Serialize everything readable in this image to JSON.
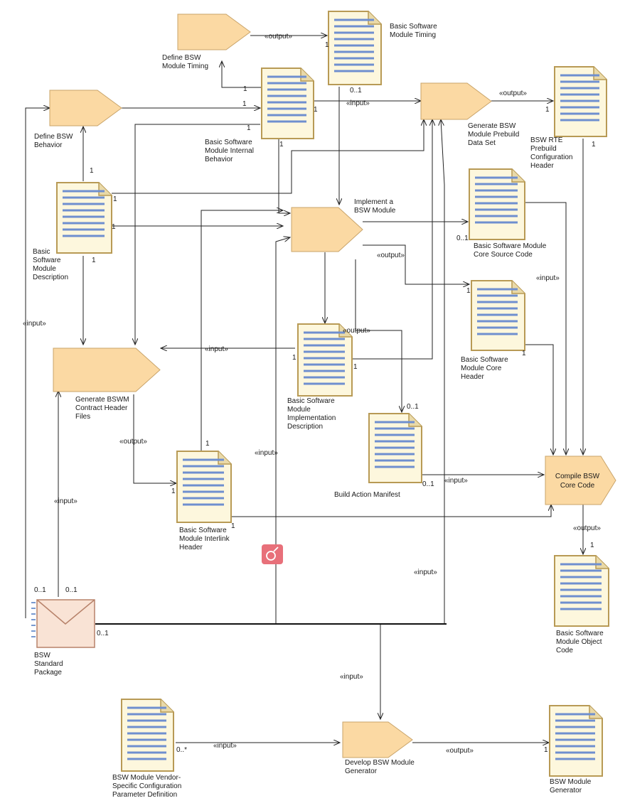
{
  "colors": {
    "task_fill": "#fbd9a3",
    "task_stroke": "#c9a46a",
    "doc_fill": "#fdf7dd",
    "doc_stroke": "#b89a55",
    "doc_lines": "#6f8fcf",
    "package_fill": "#f9e3d5",
    "package_stroke": "#b7826a",
    "badge": "#e8707a"
  },
  "tasks": {
    "define_timing": [
      "Define BSW",
      "Module Timing"
    ],
    "define_behavior": [
      "Define BSW",
      "Behavior"
    ],
    "generate_prebuild": [
      "Generate BSW",
      "Module Prebuild",
      "Data Set"
    ],
    "implement": [
      "Implement a",
      "BSW Module"
    ],
    "generate_contract": [
      "Generate BSWM",
      "Contract Header",
      "Files"
    ],
    "compile": [
      "Compile BSW",
      "Core Code"
    ],
    "develop_generator": [
      "Develop BSW Module",
      "Generator"
    ]
  },
  "documents": {
    "timing": [
      "Basic Software",
      "Module Timing"
    ],
    "internal_behavior": [
      "Basic Software",
      "Module Internal",
      "Behavior"
    ],
    "rte_prebuild": [
      "BSW RTE",
      "Prebuild",
      "Configuration",
      "Header"
    ],
    "description": [
      "Basic",
      "Software",
      "Module",
      "Description"
    ],
    "core_source": [
      "Basic Software Module",
      "Core Source Code"
    ],
    "core_header": [
      "Basic Software",
      "Module Core",
      "Header"
    ],
    "implementation_description": [
      "Basic Software",
      "Module",
      "Implementation",
      "Description"
    ],
    "build_action_manifest": [
      "Build Action Manifest"
    ],
    "interlink_header": [
      "Basic Software",
      "Module Interlink",
      "Header"
    ],
    "object_code": [
      "Basic Software",
      "Module Object",
      "Code"
    ],
    "vendor_config": [
      "BSW Module Vendor-",
      "Specific Configuration",
      "Parameter Definition"
    ],
    "module_generator": [
      "BSW Module",
      "Generator"
    ]
  },
  "package": {
    "label": [
      "BSW",
      "Standard",
      "Package"
    ]
  },
  "stereotypes": {
    "input": "«input»",
    "output": "«output»"
  },
  "multiplicities": {
    "one": "1",
    "zero_one": "0..1",
    "zero_many": "0..*"
  }
}
